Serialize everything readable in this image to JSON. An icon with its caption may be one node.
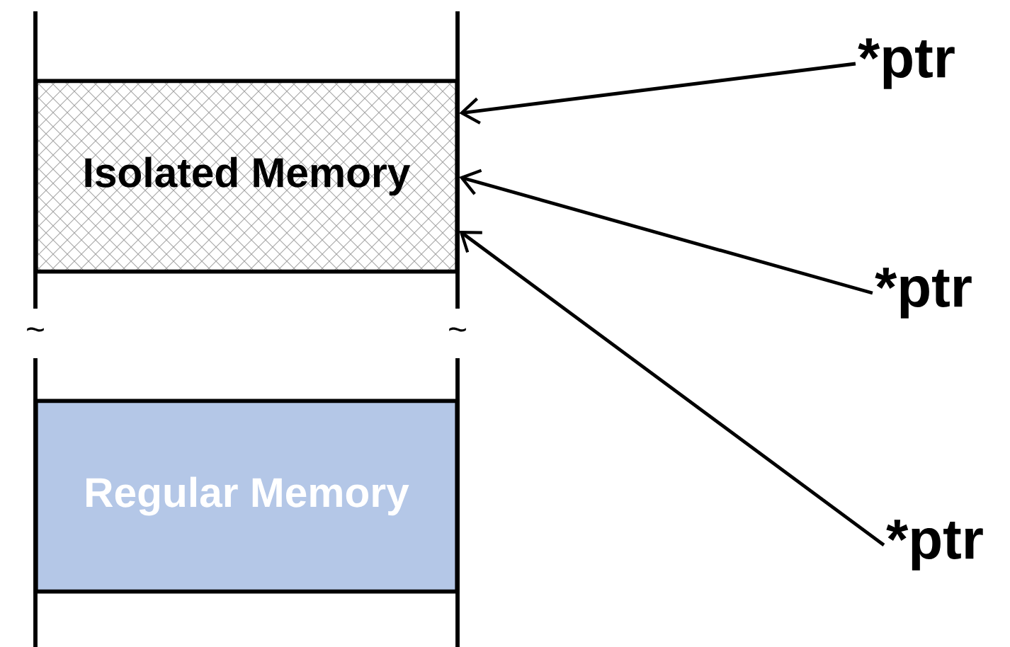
{
  "diagram": {
    "nodes": [
      {
        "text": [
          "Isolated Memory"
        ]
      },
      {
        "text": [
          "Regular Memory"
        ]
      },
      {
        "text": [
          "*ptr"
        ]
      },
      {
        "text": [
          "*ptr"
        ]
      },
      {
        "text": [
          "*ptr"
        ]
      }
    ],
    "edges": [
      {
        "from": 2,
        "to": 0,
        "arrow": "to"
      },
      {
        "from": 3,
        "to": 0,
        "arrow": "to"
      },
      {
        "from": 4,
        "to": 0,
        "arrow": "to"
      }
    ],
    "labels": [
      "~",
      "~"
    ]
  }
}
